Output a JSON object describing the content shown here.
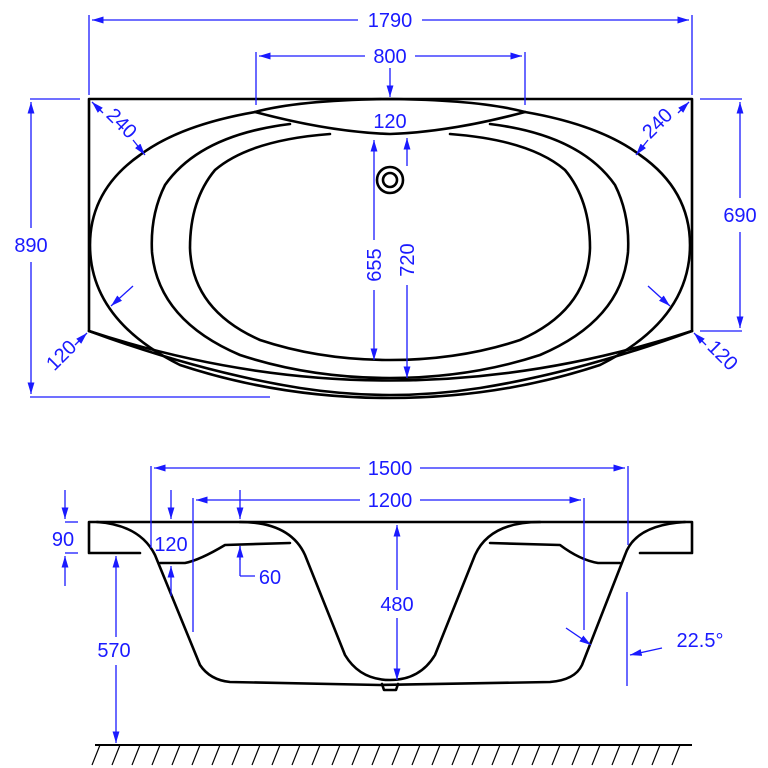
{
  "drawing": {
    "top_view": {
      "overall_length": "1790",
      "overall_width": "890",
      "inner_top_width": "800",
      "headrest_depth": "120",
      "rim_width_top_left": "240",
      "rim_width_top_right": "240",
      "corner_bottom_left": "120",
      "corner_bottom_right": "120",
      "right_side_depth": "690",
      "inner_width_655": "655",
      "inner_width_720": "720"
    },
    "side_view": {
      "length_top": "1500",
      "length_bottom": "1200",
      "rim_height": "90",
      "seat_step": "120",
      "seat_drop": "60",
      "inner_depth": "480",
      "floor_to_rim": "570",
      "wall_angle": "22.5°"
    },
    "colors": {
      "outline": "#000000",
      "dimension": "#1a1aff"
    }
  }
}
